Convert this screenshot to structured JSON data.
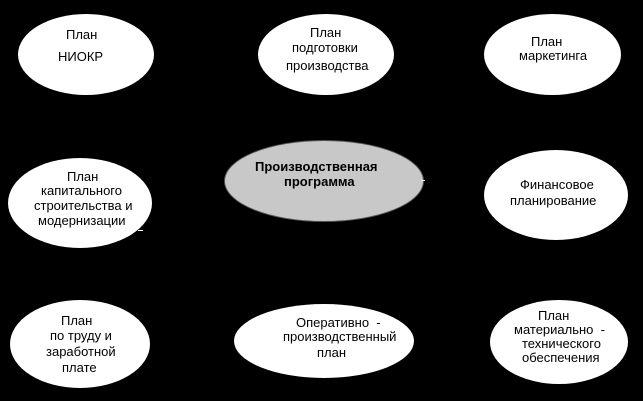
{
  "diagram": {
    "center": {
      "line1": "Производственная",
      "line2": "программа"
    },
    "nodes": {
      "niokr": {
        "line1": "План",
        "line2": "НИОКР"
      },
      "production_prep": {
        "line1": "План",
        "line2": "подготовки",
        "line3": "производства"
      },
      "marketing": {
        "line1": "План",
        "line2": "маркетинга"
      },
      "capital": {
        "line1": "План",
        "line2": "капитального",
        "line3": "строительства и",
        "line4": "модернизации"
      },
      "finance": {
        "line1": "Финансовое",
        "line2": "планирование"
      },
      "labor": {
        "line1": "План",
        "line2": "по труду и",
        "line3": "заработной",
        "line4": "плате"
      },
      "operational": {
        "line1": "Оперативно  -",
        "line2": "производственный",
        "line3": "план"
      },
      "material": {
        "line1": "План",
        "line2": "материально  -",
        "line3": "технического",
        "line4": "обеспечения"
      }
    }
  },
  "colors": {
    "background": "#000000",
    "ellipse_fill": "#ffffff",
    "center_fill": "#c8c8c8"
  }
}
